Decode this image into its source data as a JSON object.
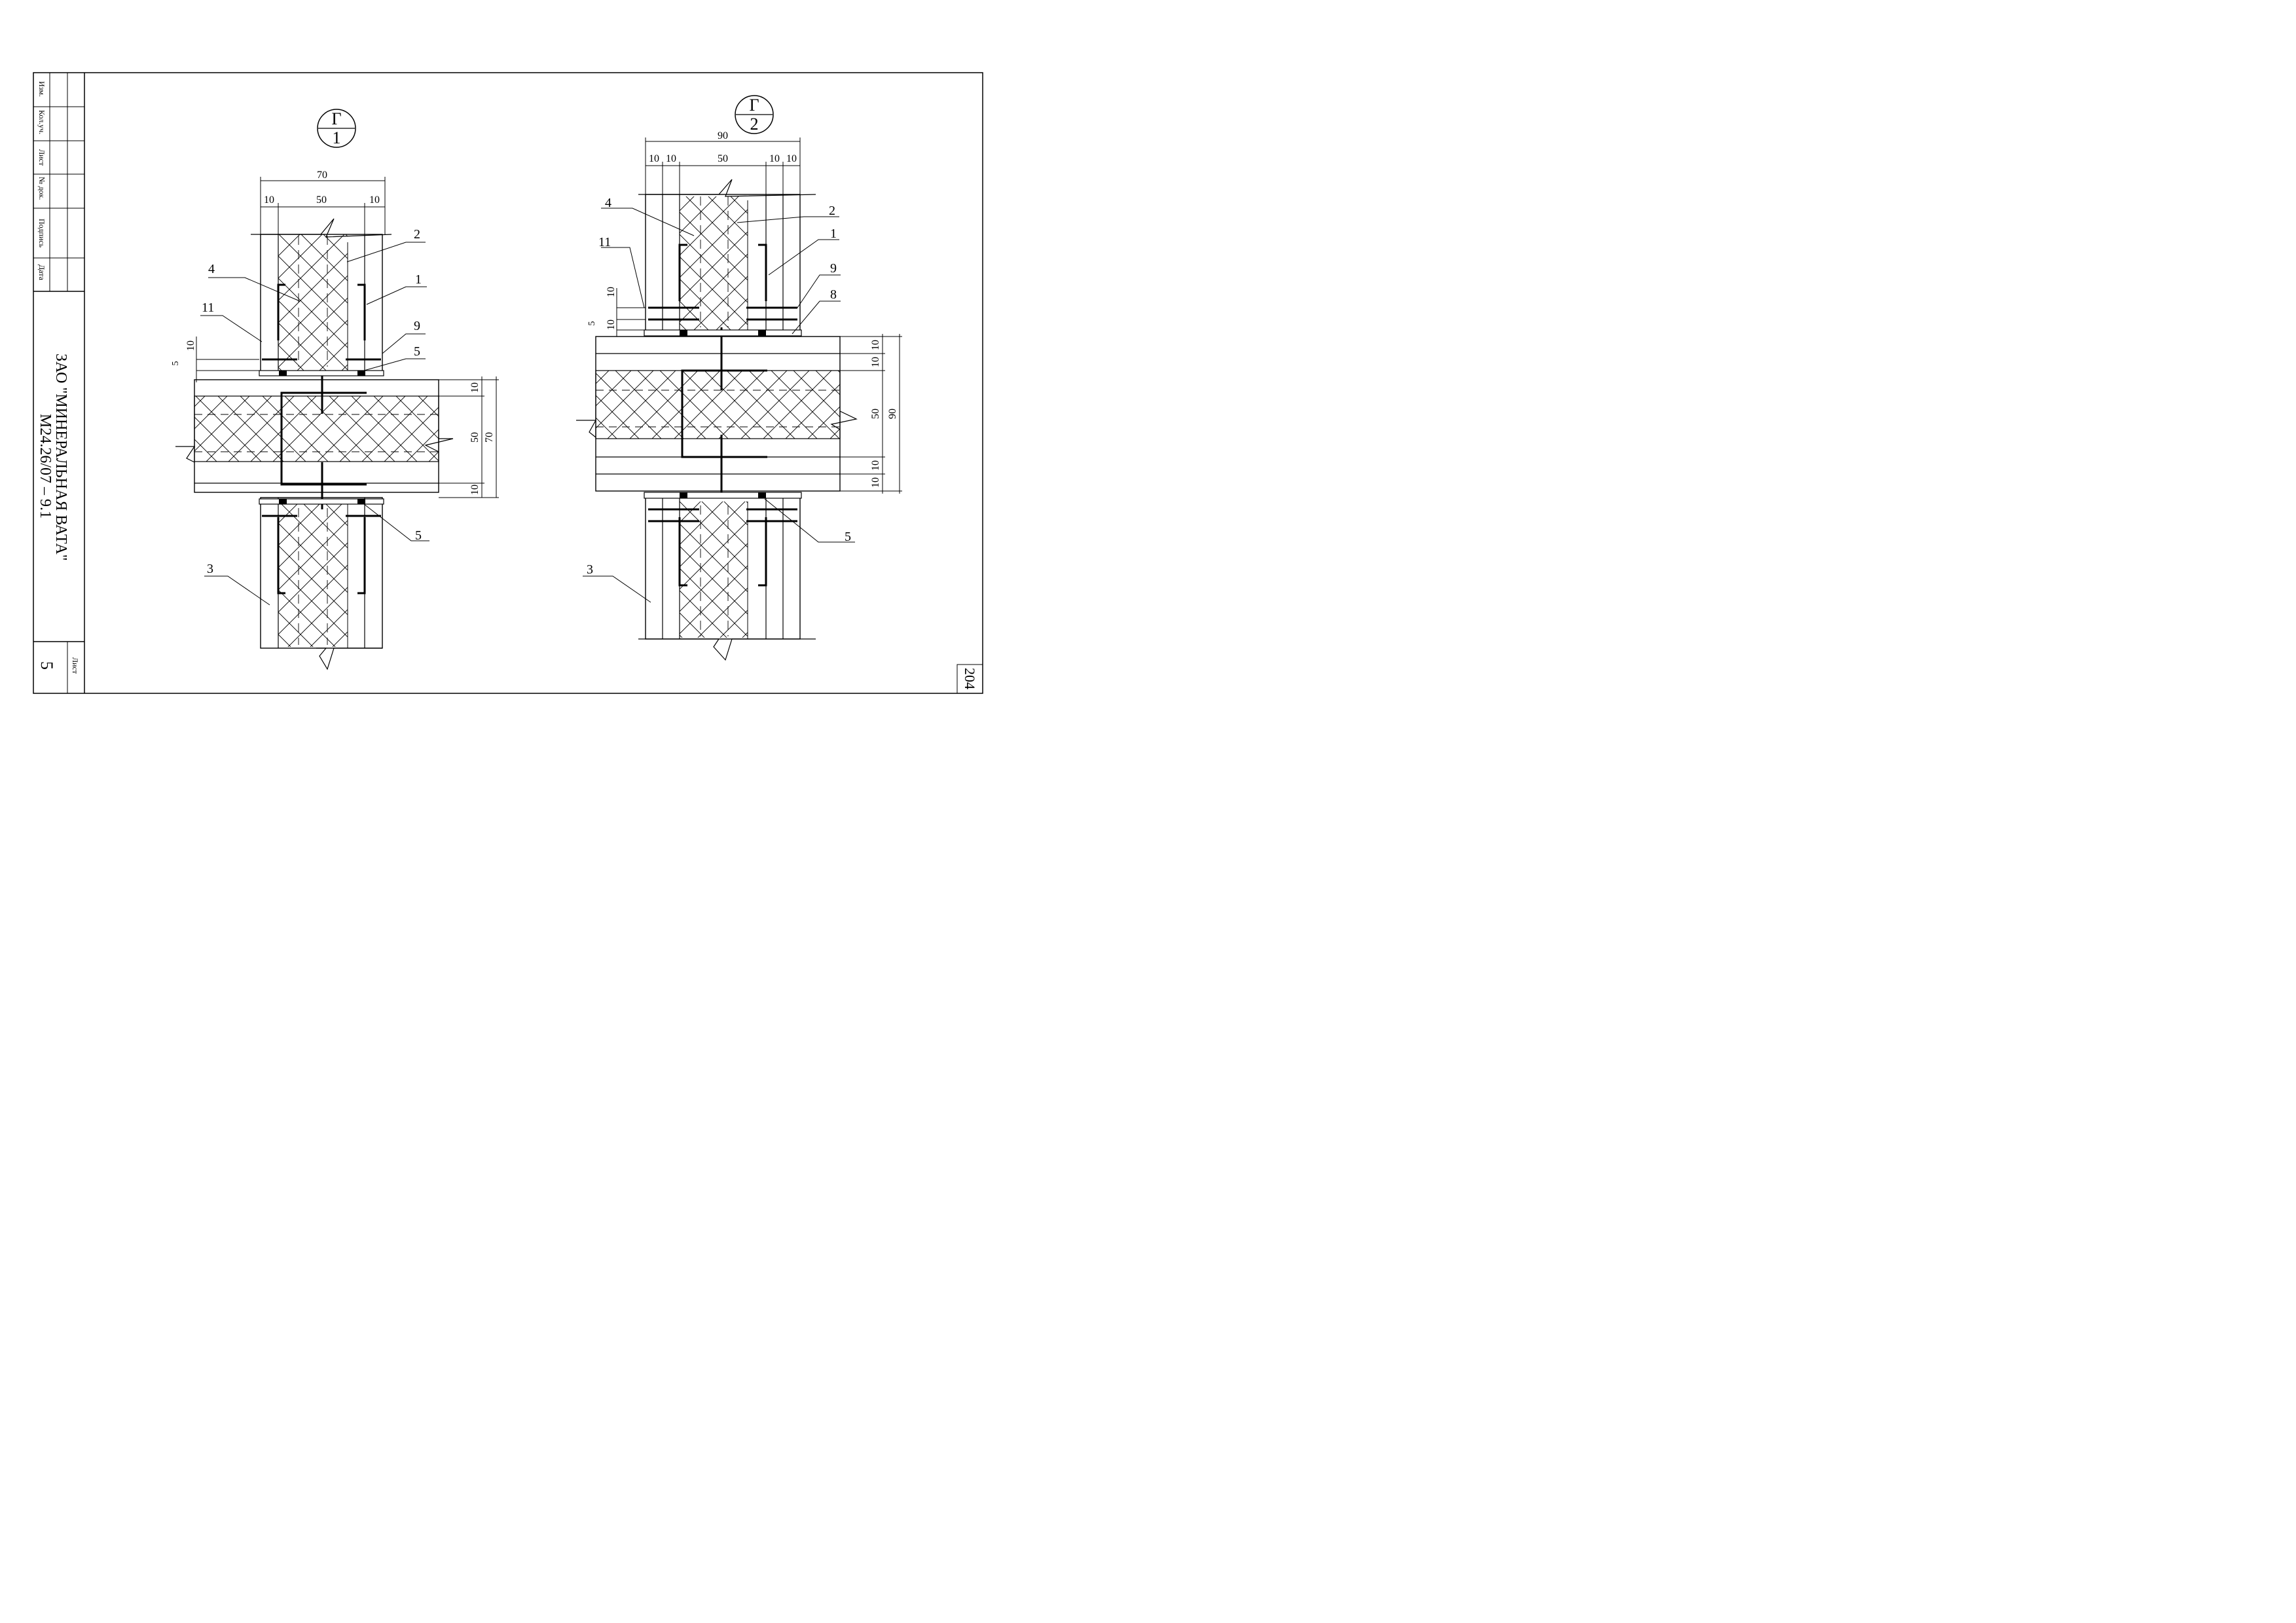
{
  "title_block": {
    "fields": [
      "Изм.",
      "Кол.уч.",
      "Лист",
      "№ док.",
      "Подпись",
      "Дата"
    ],
    "company": "ЗАО \"МИНЕРАЛЬНАЯ ВАТА\"",
    "document_code": "М24.26/07 – 9.1",
    "sheet_label": "Лист",
    "sheet_number": "5",
    "page_number": "204"
  },
  "detail_1": {
    "marker_top": "Г",
    "marker_bottom": "1",
    "dims": {
      "top_total": "70",
      "top_left": "10",
      "top_mid": "50",
      "top_right": "10",
      "right_a": "10",
      "right_b": "50",
      "right_c": "10",
      "right_total": "70",
      "left_a": "10",
      "left_b": "5"
    },
    "callouts": {
      "c2": "2",
      "c4": "4",
      "c1": "1",
      "c11": "11",
      "c9": "9",
      "c5a": "5",
      "c5b": "5",
      "c3": "3"
    }
  },
  "detail_2": {
    "marker_top": "Г",
    "marker_bottom": "2",
    "dims": {
      "top_total": "90",
      "top_a": "10",
      "top_b": "10",
      "top_c": "50",
      "top_d": "10",
      "top_e": "10",
      "right_a": "10",
      "right_b": "10",
      "right_c": "50",
      "right_d": "10",
      "right_e": "10",
      "right_total": "90",
      "left_a": "10",
      "left_b": "10",
      "left_c": "5"
    },
    "callouts": {
      "c4": "4",
      "c2": "2",
      "c11": "11",
      "c1": "1",
      "c9": "9",
      "c8": "8",
      "c5": "5",
      "c3": "3"
    }
  }
}
